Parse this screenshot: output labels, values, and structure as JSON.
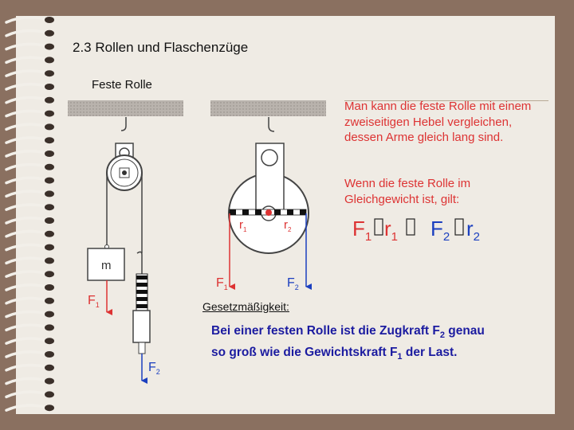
{
  "slide": {
    "title": "2.3 Rollen und Flaschenzüge",
    "subtitle": "Feste Rolle"
  },
  "text": {
    "paragraph1": "Man kann die feste Rolle mit einem zweiseitigen Hebel vergleichen, dessen Arme gleich lang sind.",
    "paragraph2": "Wenn die feste Rolle im Gleichgewicht ist, gilt:",
    "law_label": "Gesetzmäßigkeit:",
    "law_part1": "Bei einer festen Rolle ist die Zugkraft F",
    "law_sub1": "2",
    "law_part2": " genau so groß wie die Gewichtskraft F",
    "law_sub2": "1",
    "law_part3": " der Last."
  },
  "diagram_labels": {
    "mass": "m",
    "F1": "F",
    "F1_sub": "1",
    "F2": "F",
    "F2_sub": "2",
    "r1": "r",
    "r1_sub": "1",
    "r2": "r",
    "r2_sub": "2"
  },
  "formula": {
    "F1": "F",
    "F1_sub": "1",
    "r1": "r",
    "r1_sub": "1",
    "F2": "F",
    "F2_sub": "2",
    "r2": "r",
    "r2_sub": "2",
    "glyph": "\u0000"
  },
  "colors": {
    "force_arrow": "#d33",
    "pull_arrow": "#1b3fbf",
    "law_text": "#1b1ba0",
    "paragraph_text": "#d33"
  }
}
